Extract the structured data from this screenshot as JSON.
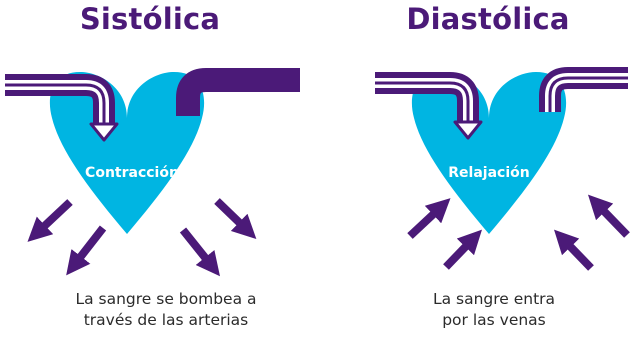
{
  "colors": {
    "heart": "#00b5e2",
    "accent": "#4b1a78",
    "text": "#2b2b2b"
  },
  "panels": [
    {
      "title": "Sistólica",
      "heart_label": "Contracción",
      "caption_lines": [
        "La sangre se bombea a",
        "través de las arterias"
      ],
      "arrow_direction": "outward"
    },
    {
      "title": "Diastólica",
      "heart_label": "Relajación",
      "caption_lines": [
        "La sangre entra",
        "por las venas"
      ],
      "arrow_direction": "inward"
    }
  ]
}
